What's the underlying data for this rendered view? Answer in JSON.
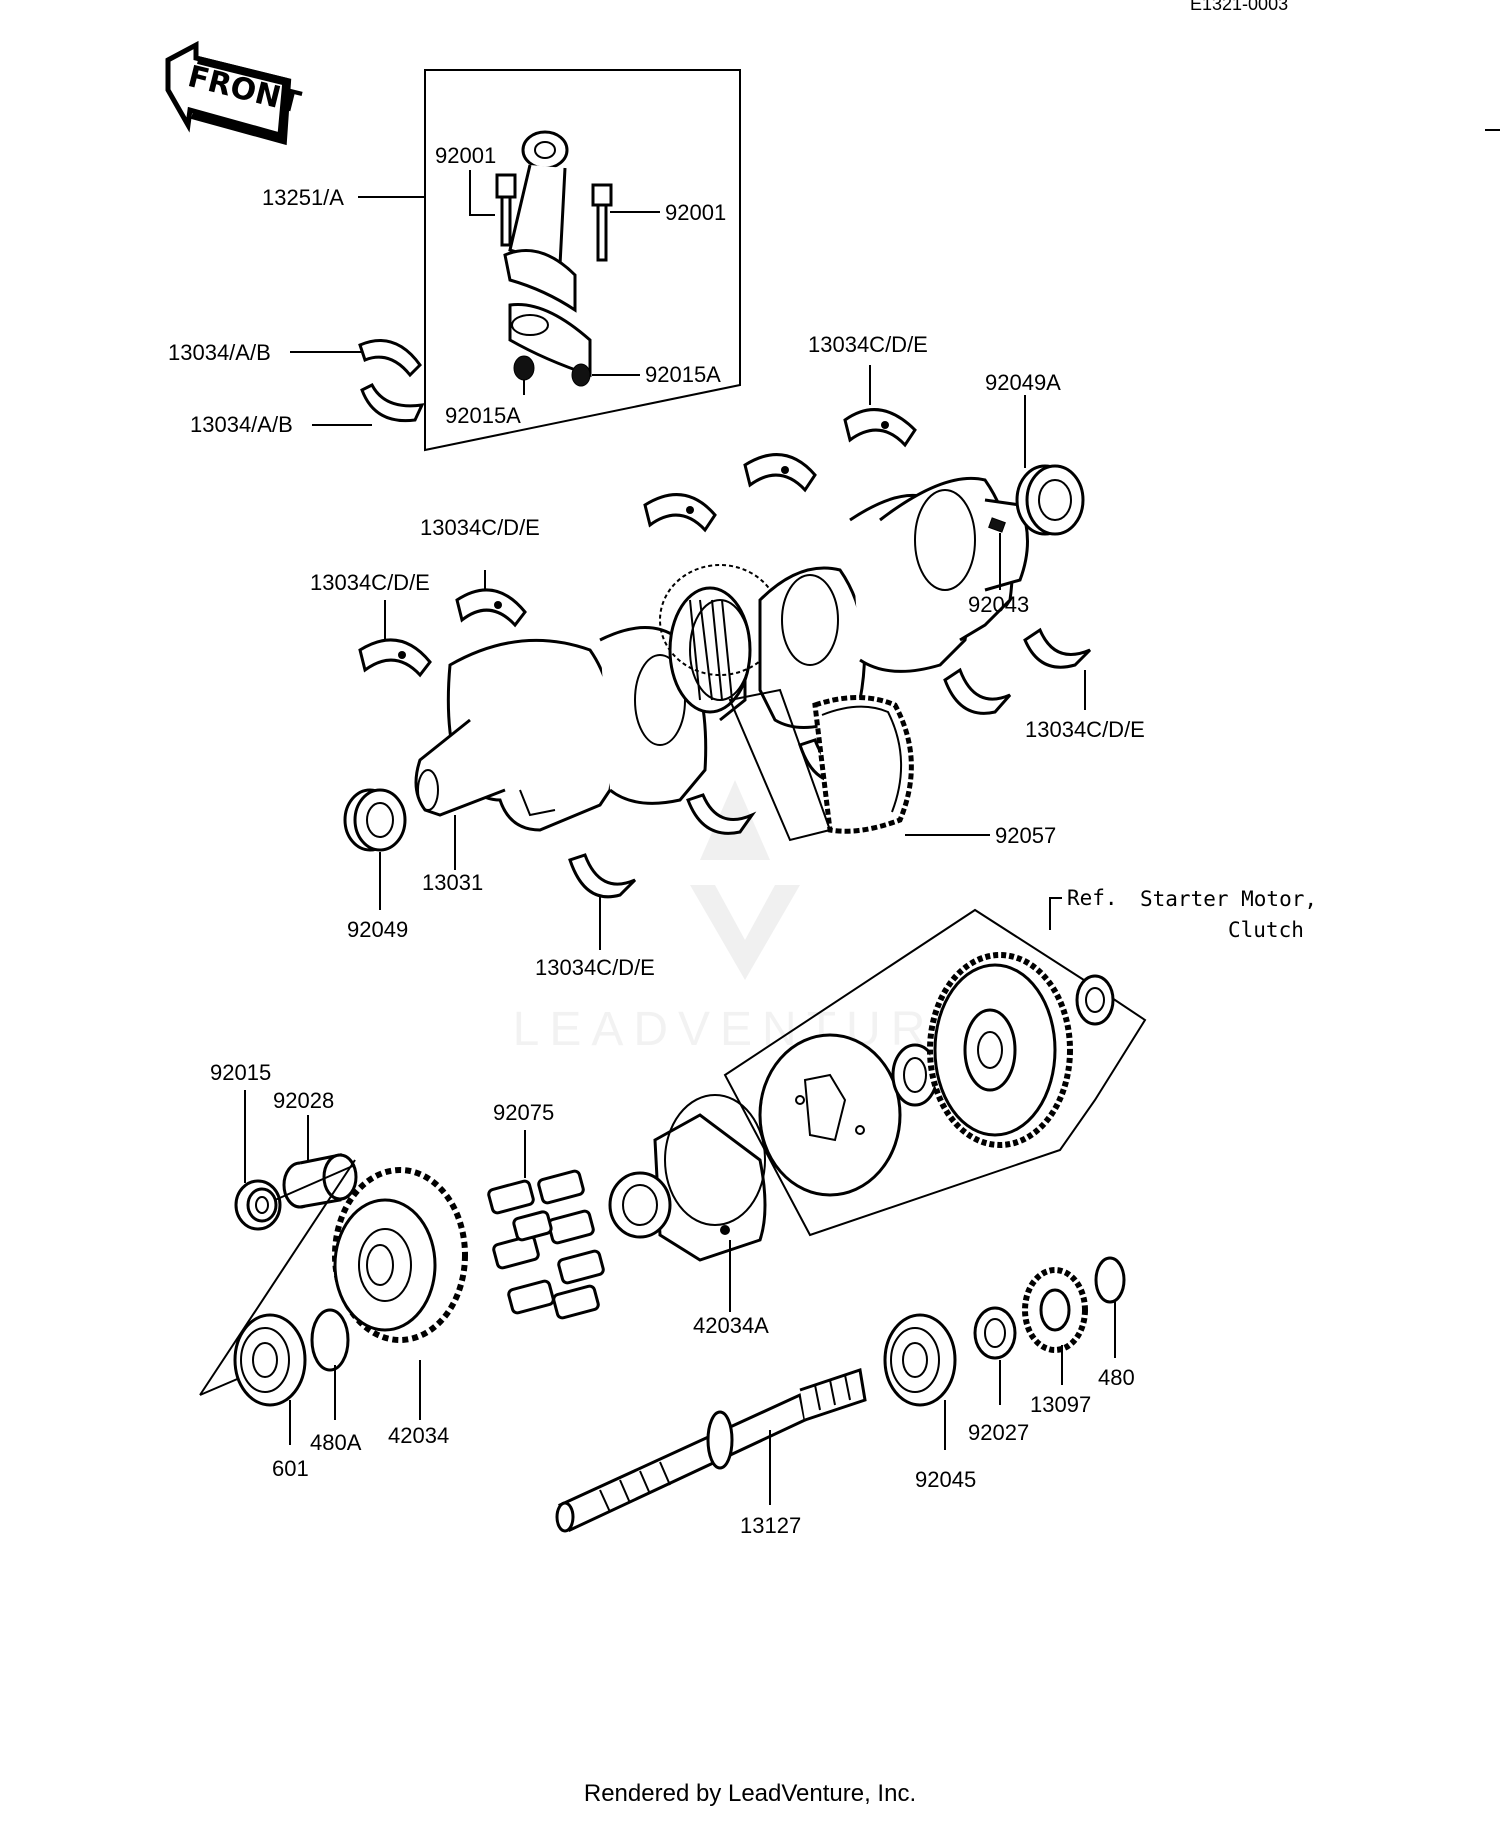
{
  "diagram_code": "E1321-0003",
  "front_label": "FRONT",
  "labels": {
    "l13251A": "13251/A",
    "l92001a": "92001",
    "l92001b": "92001",
    "l13034ABa": "13034/A/B",
    "l13034ABb": "13034/A/B",
    "l92015Aa": "92015A",
    "l92015Ab": "92015A",
    "l13034CDEa": "13034C/D/E",
    "l92049A": "92049A",
    "l13034CDEb": "13034C/D/E",
    "l13034CDEc": "13034C/D/E",
    "l92043": "92043",
    "l13034CDEd": "13034C/D/E",
    "l92057": "92057",
    "l13031": "13031",
    "l92049": "92049",
    "l13034CDEe": "13034C/D/E",
    "ref": "Ref.",
    "starter_motor": "Starter Motor,",
    "clutch": "Clutch",
    "l92015": "92015",
    "l92028": "92028",
    "l92075": "92075",
    "l42034A": "42034A",
    "l480": "480",
    "l13097": "13097",
    "l92027": "92027",
    "l92045": "92045",
    "l480A": "480A",
    "l42034": "42034",
    "l601": "601",
    "l13127": "13127"
  },
  "watermark": "LEADVENTURE",
  "footer": "Rendered by LeadVenture, Inc."
}
